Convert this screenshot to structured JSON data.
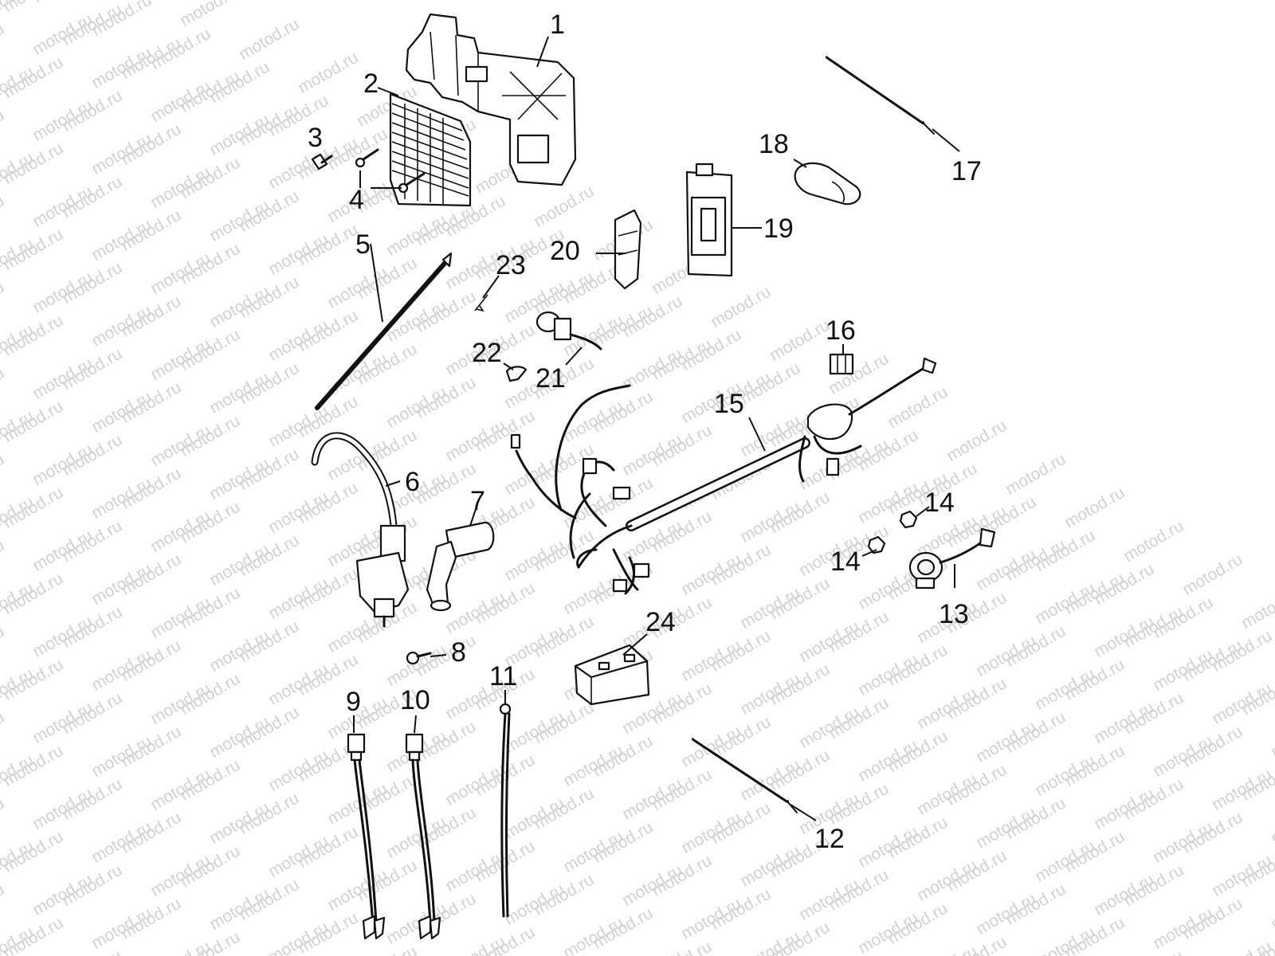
{
  "watermark": {
    "text": "motod.ru"
  },
  "callouts": [
    {
      "id": "1",
      "label": "1"
    },
    {
      "id": "2",
      "label": "2"
    },
    {
      "id": "3",
      "label": "3"
    },
    {
      "id": "4",
      "label": "4"
    },
    {
      "id": "5",
      "label": "5"
    },
    {
      "id": "6",
      "label": "6"
    },
    {
      "id": "7",
      "label": "7"
    },
    {
      "id": "8",
      "label": "8"
    },
    {
      "id": "9",
      "label": "9"
    },
    {
      "id": "10",
      "label": "10"
    },
    {
      "id": "11",
      "label": "11"
    },
    {
      "id": "12",
      "label": "12"
    },
    {
      "id": "13",
      "label": "13"
    },
    {
      "id": "14a",
      "label": "14"
    },
    {
      "id": "14b",
      "label": "14"
    },
    {
      "id": "15",
      "label": "15"
    },
    {
      "id": "16",
      "label": "16"
    },
    {
      "id": "17",
      "label": "17"
    },
    {
      "id": "18",
      "label": "18"
    },
    {
      "id": "19",
      "label": "19"
    },
    {
      "id": "20",
      "label": "20"
    },
    {
      "id": "21",
      "label": "21"
    },
    {
      "id": "22",
      "label": "22"
    },
    {
      "id": "23",
      "label": "23"
    },
    {
      "id": "24",
      "label": "24"
    }
  ]
}
